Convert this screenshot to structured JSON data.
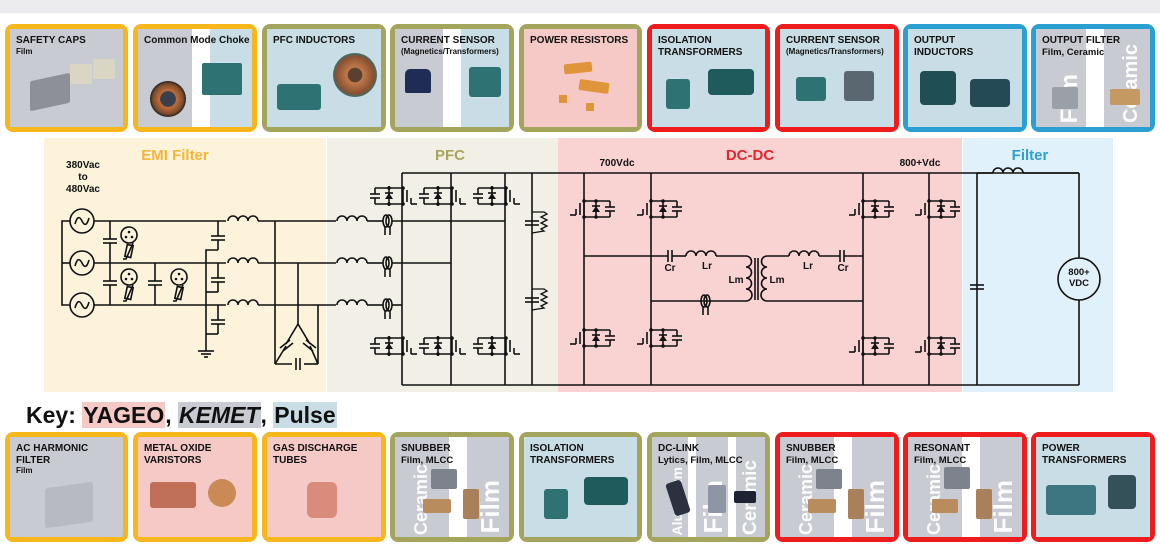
{
  "colors": {
    "yageo": "#f4c9c6",
    "kemet": "#c9cbd2",
    "pulse": "#c8dde6",
    "border_yellow": "#f7b71b",
    "border_olive": "#a3a55d",
    "border_red": "#ee1c1c",
    "border_blue": "#2aa0d2",
    "emi_bg": "#fdf3da",
    "pfc_bg": "#f1efe6",
    "dcdc_bg": "#f9d3d2",
    "filter_bg": "#e1f1fb",
    "emi_title": "#f3b63a",
    "pfc_title": "#a8a65b",
    "dcdc_title": "#e3262d",
    "filter_title": "#2d9fd5"
  },
  "top_cards": [
    {
      "title": "SAFETY CAPS",
      "subtitle": "Film",
      "border": "yellow"
    },
    {
      "title": "Common Mode Choke",
      "subtitle": "",
      "border": "yellow"
    },
    {
      "title": "PFC INDUCTORS",
      "subtitle": "",
      "border": "olive"
    },
    {
      "title": "CURRENT SENSOR",
      "subtitle": "(Magnetics/Transformers)",
      "border": "olive"
    },
    {
      "title": "POWER RESISTORS",
      "subtitle": "",
      "border": "olive"
    },
    {
      "title": "ISOLATION",
      "title2": "TRANSFORMERS",
      "subtitle": "",
      "border": "red"
    },
    {
      "title": "CURRENT SENSOR",
      "subtitle": "(Magnetics/Transformers)",
      "border": "red"
    },
    {
      "title": "OUTPUT",
      "title2": "INDUCTORS",
      "subtitle": "",
      "border": "blue"
    },
    {
      "title": "OUTPUT FILTER",
      "subtitle": "Film, Ceramic",
      "border": "blue",
      "stripe_labels": [
        "Film",
        "Ceramic"
      ]
    }
  ],
  "bottom_cards": [
    {
      "title": "AC HARMONIC",
      "title2": "FILTER",
      "subtitle": "Film",
      "border": "yellow"
    },
    {
      "title": "METAL OXIDE",
      "title2": "VARISTORS",
      "subtitle": "",
      "border": "yellow"
    },
    {
      "title": "GAS DISCHARGE",
      "title2": "TUBES",
      "subtitle": "",
      "border": "yellow"
    },
    {
      "title": "SNUBBER",
      "subtitle": "Film, MLCC",
      "border": "olive",
      "stripe_labels": [
        "Ceramic",
        "Film"
      ]
    },
    {
      "title": "ISOLATION",
      "title2": "TRANSFORMERS",
      "subtitle": "",
      "border": "olive"
    },
    {
      "title": "DC-LINK",
      "subtitle": "Lytics, Film, MLCC",
      "border": "olive",
      "stripe_labels": [
        "Aluminum",
        "Film",
        "Ceramic"
      ]
    },
    {
      "title": "SNUBBER",
      "subtitle": "Film, MLCC",
      "border": "red",
      "stripe_labels": [
        "Ceramic",
        "Film"
      ]
    },
    {
      "title": "RESONANT",
      "subtitle": "Film, MLCC",
      "border": "red",
      "stripe_labels": [
        "Ceramic",
        "Film"
      ]
    },
    {
      "title": "POWER",
      "title2": "TRANSFORMERS",
      "subtitle": "",
      "border": "red"
    }
  ],
  "sections": [
    {
      "title": "EMI Filter"
    },
    {
      "title": "PFC"
    },
    {
      "title": "DC-DC"
    },
    {
      "title": "Filter"
    }
  ],
  "circuit_labels": {
    "input_voltage_line1": "380Vac",
    "input_voltage_line2": "to",
    "input_voltage_line3": "480Vac",
    "bus_voltage": "700Vdc",
    "output_voltage": "800+Vdc",
    "cr_left": "Cr",
    "lr_left": "Lr",
    "lm_left": "Lm",
    "lm_right": "Lm",
    "lr_right": "Lr",
    "cr_right": "Cr",
    "load_line1": "800+",
    "load_line2": "VDC"
  },
  "key": {
    "prefix": "Key:",
    "yageo": "YAGEO",
    "kemet": "KEMET",
    "pulse": "Pulse",
    "sep": ","
  }
}
